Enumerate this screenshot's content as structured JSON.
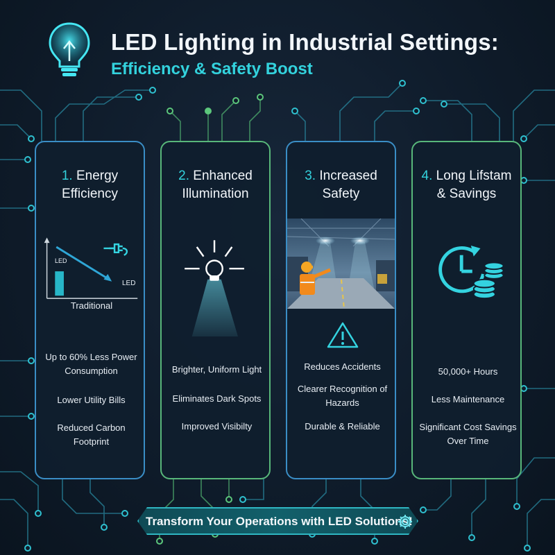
{
  "header": {
    "title": "LED Lighting in Industrial Settings:",
    "subtitle": "Efficiency & Safety Boost",
    "icon": "lightbulb-icon"
  },
  "colors": {
    "accent_cyan": "#33d2dd",
    "border_blue": "#3a8ec6",
    "border_green": "#58b77a",
    "background": "#0f1c2b"
  },
  "cards": [
    {
      "number": "1.",
      "title_line1": "Energy",
      "title_line2": "Efficiency",
      "chart_labels": {
        "led_bar": "LED",
        "led_end": "LED",
        "traditional": "Traditional"
      },
      "icon": "plug-icon",
      "bullets": [
        "Up to 60% Less Power Consumption",
        "Lower Utility Bills",
        "Reduced Carbon Footprint"
      ]
    },
    {
      "number": "2.",
      "title_line1": "Enhanced",
      "title_line2": "Illumination",
      "icon": "light-bulb-beam-icon",
      "bullets": [
        "Brighter, Uniform Light",
        "Eliminates Dark Spots",
        "Improved Visibilty"
      ]
    },
    {
      "number": "3.",
      "title_line1": "Increased",
      "title_line2": "Safety",
      "icon": "warning-triangle-icon",
      "image": "factory-worker-image",
      "bullets": [
        "Reduces Accidents",
        "Clearer Recognition of Hazards",
        "Durable & Reliable"
      ]
    },
    {
      "number": "4.",
      "title_line1": "Long Lifstam",
      "title_line2": "& Savings",
      "icon": "clock-coins-icon",
      "bullets": [
        "50,000+ Hours",
        "Less Maintenance",
        "Significant Cost Savings Over Time"
      ]
    }
  ],
  "footer": {
    "text": "Transform Your Operations with LED Solutions!",
    "icon": "gear-icon"
  }
}
